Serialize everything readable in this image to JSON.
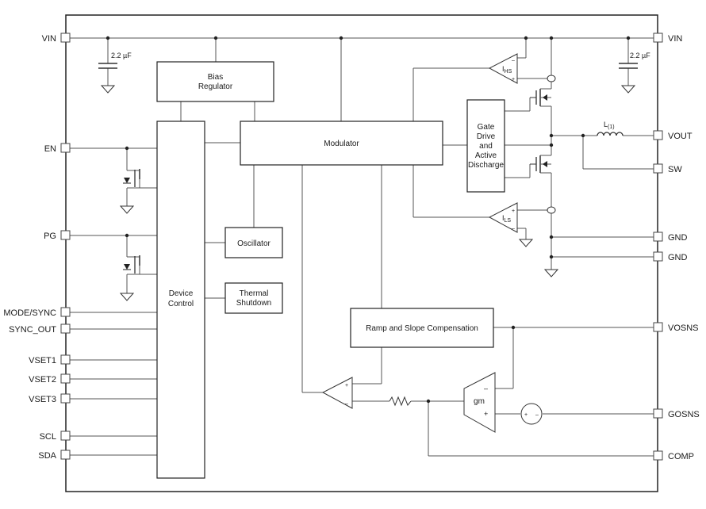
{
  "pins_left": [
    {
      "id": "vin",
      "label": "VIN"
    },
    {
      "id": "en",
      "label": "EN"
    },
    {
      "id": "pg",
      "label": "PG"
    },
    {
      "id": "mode-sync",
      "label": "MODE/SYNC"
    },
    {
      "id": "sync-out",
      "label": "SYNC_OUT"
    },
    {
      "id": "vset1",
      "label": "VSET1"
    },
    {
      "id": "vset2",
      "label": "VSET2"
    },
    {
      "id": "vset3",
      "label": "VSET3"
    },
    {
      "id": "scl",
      "label": "SCL"
    },
    {
      "id": "sda",
      "label": "SDA"
    }
  ],
  "pins_right": [
    {
      "id": "vin",
      "label": "VIN"
    },
    {
      "id": "vout",
      "label": "VOUT"
    },
    {
      "id": "sw",
      "label": "SW"
    },
    {
      "id": "gnd1",
      "label": "GND"
    },
    {
      "id": "gnd2",
      "label": "GND"
    },
    {
      "id": "vosns",
      "label": "VOSNS"
    },
    {
      "id": "gosns",
      "label": "GOSNS"
    },
    {
      "id": "comp",
      "label": "COMP"
    }
  ],
  "blocks": {
    "bias_line1": "Bias",
    "bias_line2": "Regulator",
    "modulator": "Modulator",
    "device_line1": "Device",
    "device_line2": "Control",
    "oscillator": "Oscillator",
    "thermal_line1": "Thermal",
    "thermal_line2": "Shutdown",
    "gate_line1": "Gate",
    "gate_line2": "Drive",
    "gate_line3": "and",
    "gate_line4": "Active",
    "gate_line5": "Discharge",
    "ramp": "Ramp and Slope Compensation",
    "gm": "gm"
  },
  "components": {
    "cap_left": "2.2 µF",
    "cap_right": "2.2 µF",
    "inductor_main": "L",
    "inductor_sub": "(1)",
    "ihs_main": "I",
    "ihs_sub": "HS",
    "ils_main": "I",
    "ils_sub": "LS"
  },
  "signs": {
    "plus": "+",
    "minus": "–"
  }
}
